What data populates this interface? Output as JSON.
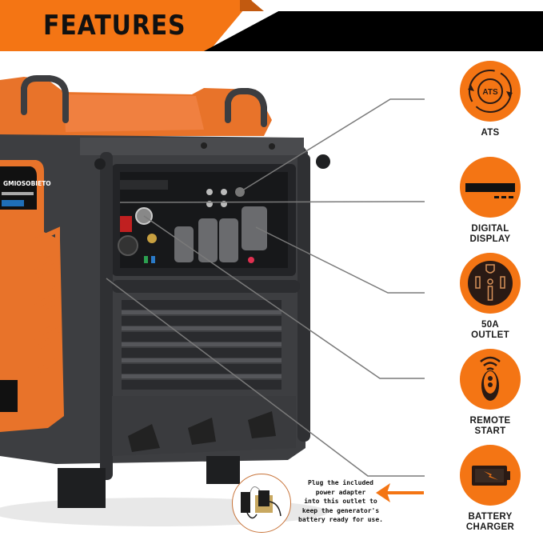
{
  "banner": {
    "title": "FEATURES",
    "colors": {
      "orange": "#f47514",
      "black": "#000000",
      "title": "#111111"
    }
  },
  "product": {
    "brand_label": "GMIOSOBIETO",
    "description": "Orange and black portable inverter generator with front control panel"
  },
  "features": [
    {
      "id": "ats",
      "label_line1": "ATS",
      "label_line2": "",
      "icon": "ats-cycle-icon"
    },
    {
      "id": "digital-display",
      "label_line1": "DIGITAL",
      "label_line2": "DISPLAY",
      "icon": "display-bar-icon"
    },
    {
      "id": "50a-outlet",
      "label_line1": "50A",
      "label_line2": "OUTLET",
      "icon": "outlet-50a-icon"
    },
    {
      "id": "remote-start",
      "label_line1": "REMOTE",
      "label_line2": "START",
      "icon": "remote-fob-icon"
    },
    {
      "id": "battery-charger",
      "label_line1": "BATTERY",
      "label_line2": "CHARGER",
      "icon": "battery-charging-icon"
    }
  ],
  "callout": {
    "line1": "Plug the included",
    "line2": "power adapter",
    "line3": "into this outlet to",
    "line4": "keep the generator's",
    "line5": "battery ready for use.",
    "arrow_color": "#f47514"
  },
  "colors": {
    "accent": "#f47514",
    "icon_dark": "#2a1a14",
    "connector_line": "#7a7a7a",
    "body_dark": "#3a3b3d"
  }
}
